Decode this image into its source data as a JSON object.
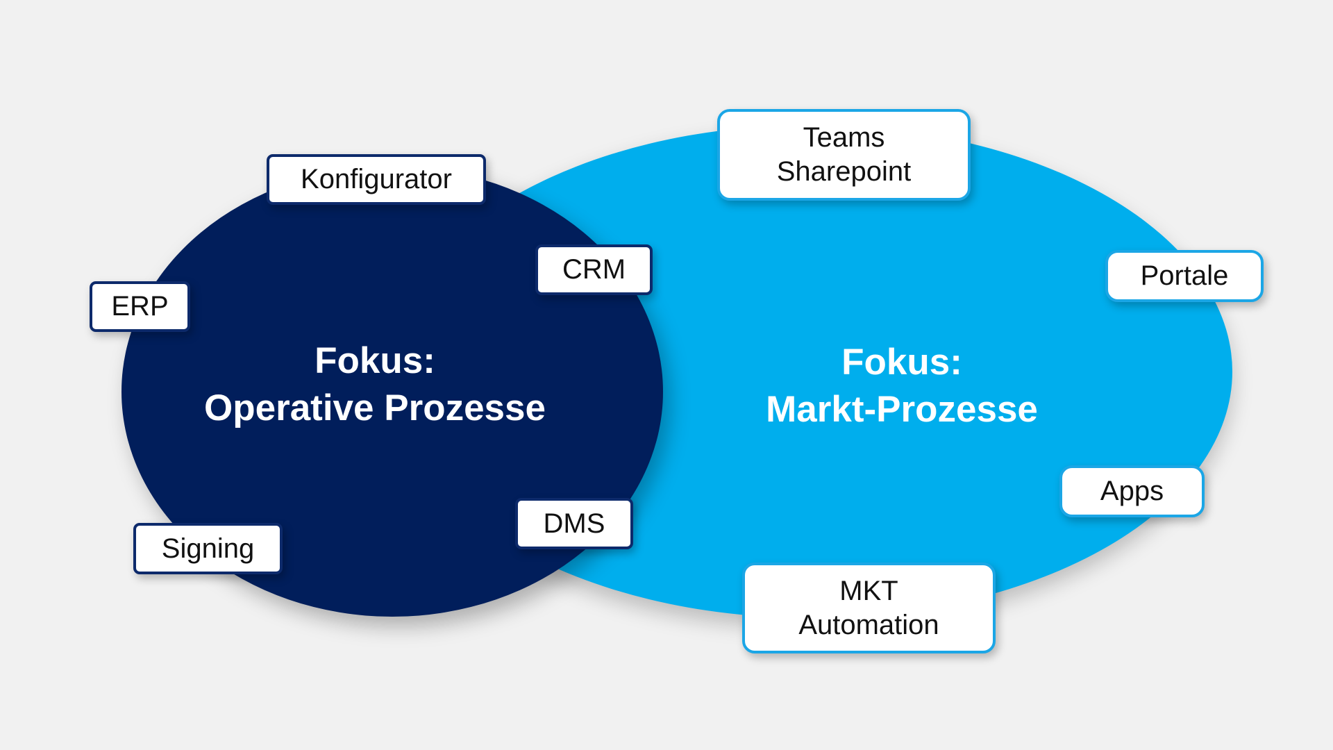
{
  "colors": {
    "background": "#f1f1f1",
    "operative_fill": "#011e5b",
    "market_fill": "#00aeed",
    "operative_tag_border": "#0d2a6b",
    "market_tag_border": "#1ba6e6"
  },
  "focus_operative": {
    "line1": "Fokus:",
    "line2": "Operative Prozesse"
  },
  "focus_market": {
    "line1": "Fokus:",
    "line2": "Markt-Prozesse"
  },
  "operative_tags": {
    "konfigurator": "Konfigurator",
    "crm": "CRM",
    "erp": "ERP",
    "dms": "DMS",
    "signing": "Signing"
  },
  "market_tags": {
    "teams_line1": "Teams",
    "teams_line2": "Sharepoint",
    "portale": "Portale",
    "apps": "Apps",
    "mkt_line1": "MKT",
    "mkt_line2": "Automation"
  }
}
